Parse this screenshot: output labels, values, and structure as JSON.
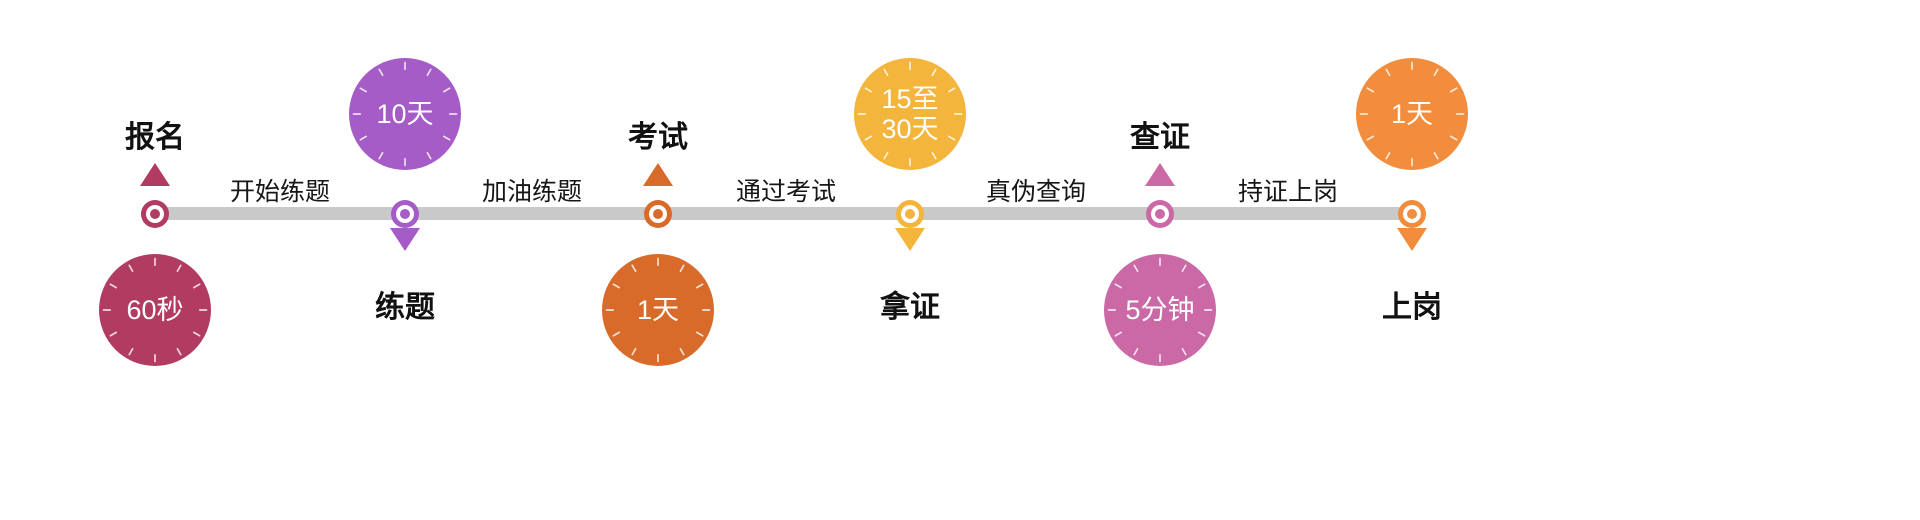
{
  "timeline": {
    "nodes": [
      {
        "label": "报名",
        "duration": "60秒",
        "color": "#b23b61",
        "label_position": "above-line",
        "badge_position": "below-line"
      },
      {
        "label": "练题",
        "duration": "10天",
        "color": "#a55cc6",
        "label_position": "below-line",
        "badge_position": "above-line"
      },
      {
        "label": "考试",
        "duration": "1天",
        "color": "#d96b2a",
        "label_position": "above-line",
        "badge_position": "below-line"
      },
      {
        "label": "拿证",
        "duration": "15至\n30天",
        "color": "#f3b53c",
        "label_position": "below-line",
        "badge_position": "above-line"
      },
      {
        "label": "查证",
        "duration": "5分钟",
        "color": "#ca69a5",
        "label_position": "above-line",
        "badge_position": "below-line"
      },
      {
        "label": "上岗",
        "duration": "1天",
        "color": "#f18d3c",
        "label_position": "below-line",
        "badge_position": "above-line"
      }
    ],
    "connectors": [
      {
        "label": "开始练题"
      },
      {
        "label": "加油练题"
      },
      {
        "label": "通过考试"
      },
      {
        "label": "真伪查询"
      },
      {
        "label": "持证上岗"
      }
    ],
    "line_color": "#c9c9c9"
  }
}
